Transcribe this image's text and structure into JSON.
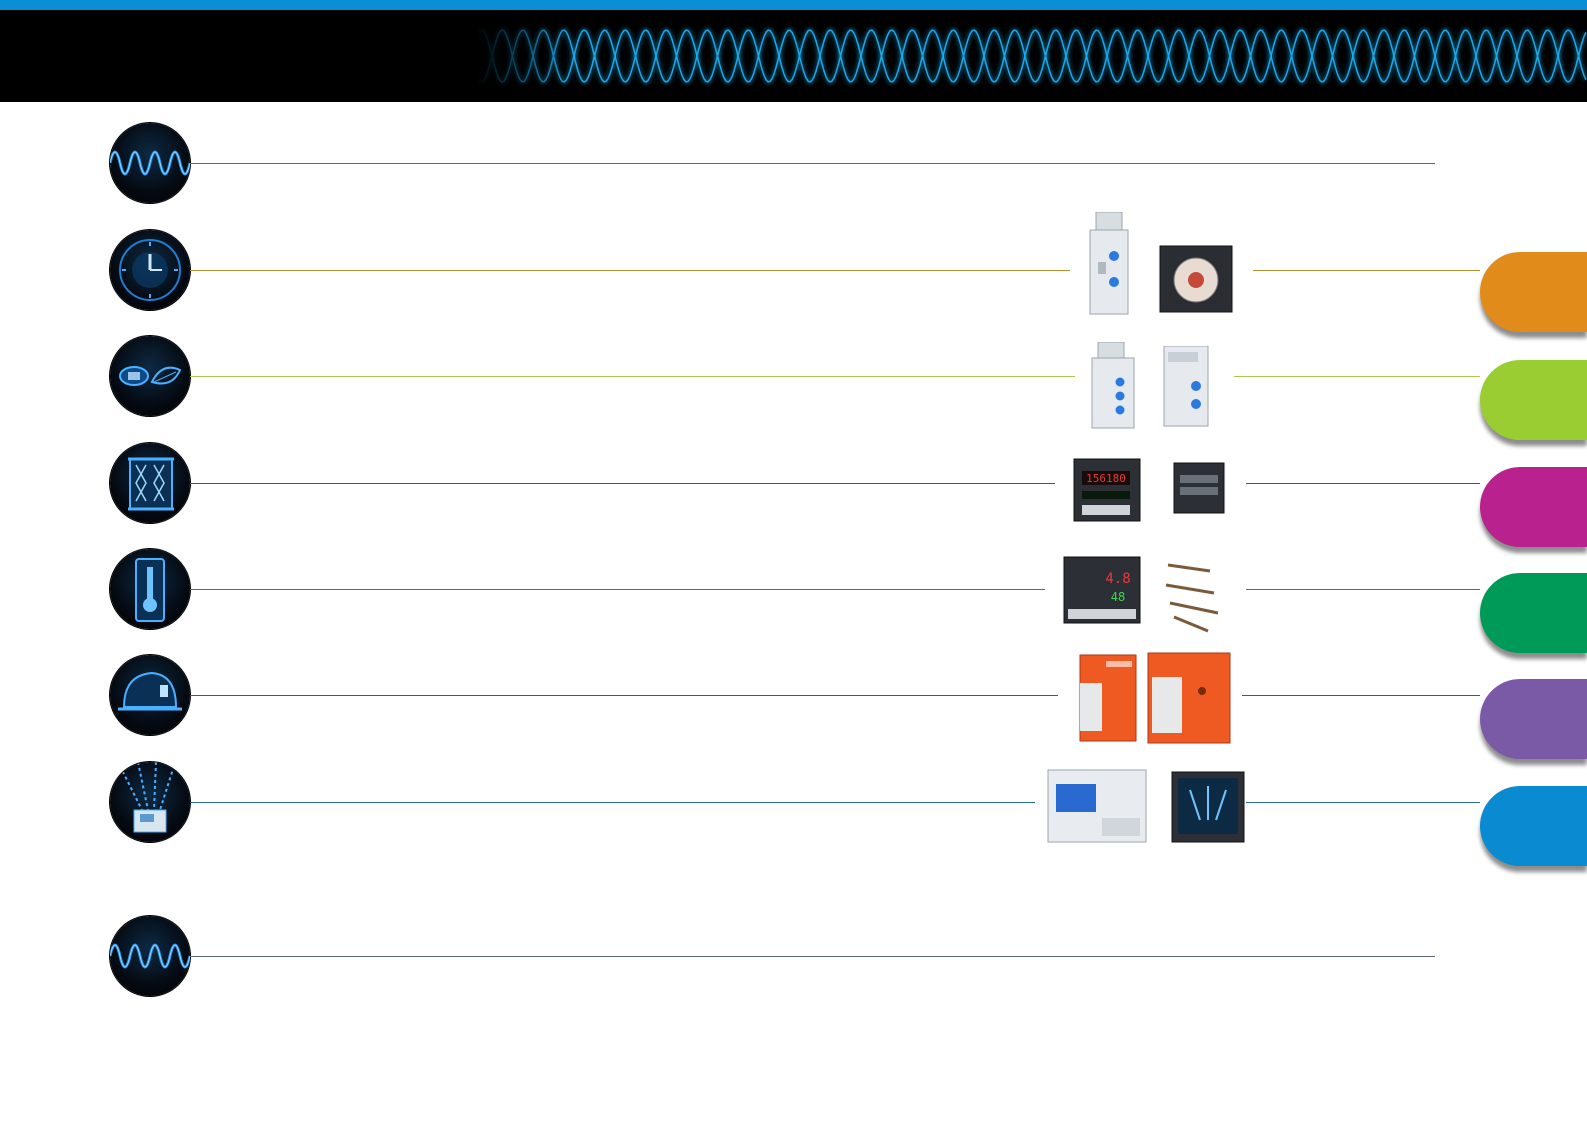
{
  "banner": {
    "wave_color": "#1aa8e8",
    "stripe_color": "#0b8fd4"
  },
  "rows": [
    {
      "id": "intro",
      "icon": "sine-wave-icon",
      "line_color": "#5a6a7a",
      "tab_color": null,
      "products": []
    },
    {
      "id": "timers",
      "icon": "clock-icon",
      "line_color": "#b89030",
      "tab_color": "#e08b1a",
      "products": [
        "din-rail-timer-relay",
        "plug-in-analog-timer"
      ]
    },
    {
      "id": "monitoring",
      "icon": "eye-leaf-icon",
      "line_color": "#a8c850",
      "tab_color": "#9acd32",
      "products": [
        "din-rail-monitoring-relay",
        "din-rail-level-relay"
      ]
    },
    {
      "id": "counters",
      "icon": "hourglass-icon",
      "line_color": "#9a2a8a",
      "tab_color": "#b8218e",
      "products": [
        "digital-counter-display",
        "panel-counter"
      ]
    },
    {
      "id": "temperature",
      "icon": "thermometer-icon",
      "line_color": "#2a8a5a",
      "tab_color": "#009a58",
      "products": [
        "temperature-controller",
        "temperature-probes"
      ]
    },
    {
      "id": "safety",
      "icon": "hard-hat-icon",
      "line_color": "#5a4a8a",
      "tab_color": "#7a5aa6",
      "products": [
        "safety-relay-small",
        "safety-relay-large"
      ]
    },
    {
      "id": "automation",
      "icon": "data-stream-icon",
      "line_color": "#2a6aa8",
      "tab_color": "#0a8ad0",
      "products": [
        "plc-controller",
        "touch-panel-hmi"
      ]
    },
    {
      "id": "outro",
      "icon": "sine-wave-icon",
      "line_color": "#5a6a7a",
      "tab_color": null,
      "products": []
    }
  ]
}
